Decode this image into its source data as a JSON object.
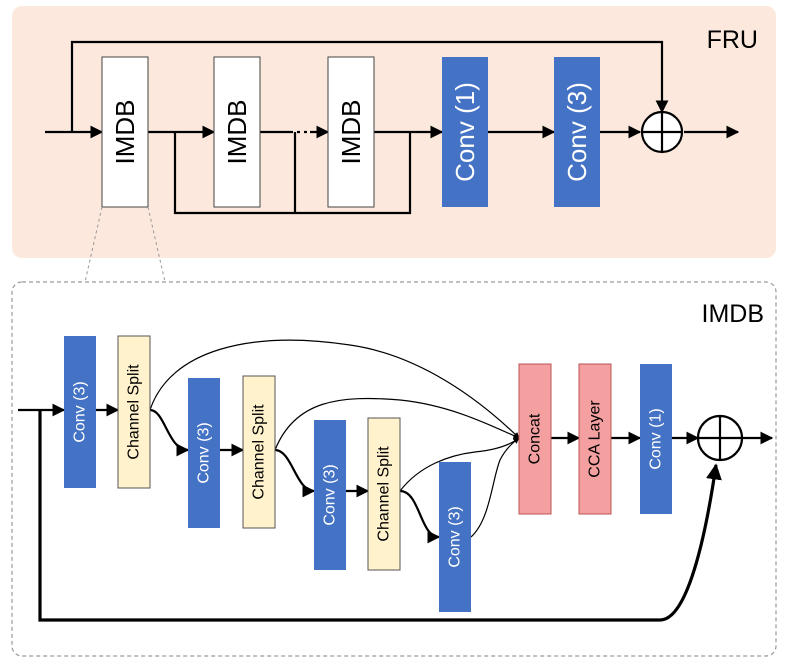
{
  "fru_panel": {
    "title": "FRU",
    "background": "#fce8dd",
    "blocks": [
      {
        "id": "imdb1",
        "label": "IMDB",
        "fill": "#ffffff"
      },
      {
        "id": "imdb2",
        "label": "IMDB",
        "fill": "#ffffff"
      },
      {
        "id": "imdb3",
        "label": "IMDB",
        "fill": "#ffffff"
      },
      {
        "id": "conv1",
        "label": "Conv (1)",
        "fill": "#4472c4"
      },
      {
        "id": "conv3",
        "label": "Conv (3)",
        "fill": "#4472c4"
      }
    ]
  },
  "imdb_panel": {
    "title": "IMDB",
    "border": "#9a9a9a",
    "blocks": [
      {
        "id": "conv_a",
        "label": "Conv (3)",
        "fill": "#4472c4"
      },
      {
        "id": "split_a",
        "label": "Channel Split",
        "fill": "#fff2cc"
      },
      {
        "id": "conv_b",
        "label": "Conv (3)",
        "fill": "#4472c4"
      },
      {
        "id": "split_b",
        "label": "Channel Split",
        "fill": "#fff2cc"
      },
      {
        "id": "conv_c",
        "label": "Conv (3)",
        "fill": "#4472c4"
      },
      {
        "id": "split_c",
        "label": "Channel Split",
        "fill": "#fff2cc"
      },
      {
        "id": "conv_d",
        "label": "Conv (3)",
        "fill": "#4472c4"
      },
      {
        "id": "concat",
        "label": "Concat",
        "fill": "#f4a0a0"
      },
      {
        "id": "cca",
        "label": "CCA Layer",
        "fill": "#f4a0a0"
      },
      {
        "id": "conv_e",
        "label": "Conv (1)",
        "fill": "#4472c4"
      }
    ]
  }
}
